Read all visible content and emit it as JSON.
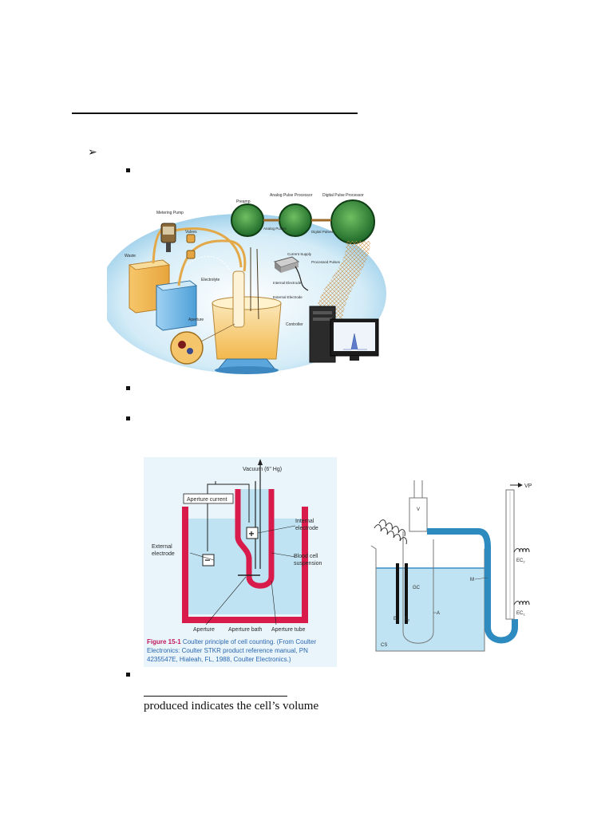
{
  "figure1": {
    "labels": {
      "metering_pump": "Metering Pump",
      "preamp": "Preamp",
      "analog_pulse_processor": "Analog Pulse Processor",
      "digital_pulse_processor": "Digital Pulse Processor",
      "valves": "Valves",
      "waste": "Waste",
      "electrolyte": "Electrolyte",
      "analog_pulses": "Analog Pulses",
      "digital_pulses": "Digital Pulses",
      "current_supply": "Current Supply",
      "processed_pulses": "Processed Pulses",
      "internal_electrode": "Internal Electrode",
      "external_electrode": "External Electrode",
      "aperture": "Aperture",
      "controller": "Controller"
    }
  },
  "figure2": {
    "labels": {
      "vacuum": "Vacuum (6\" Hg)",
      "aperture_current": "Aperture current",
      "internal_electrode": "Internal electrode",
      "external_electrode": "External electrode",
      "blood_cell_suspension": "Blood cell suspension",
      "plus": "+",
      "minus": "−",
      "aperture": "Aperture",
      "aperture_bath": "Aperture bath",
      "aperture_tube": "Aperture tube"
    },
    "caption_label": "Figure 15-1",
    "caption_text": "Coulter principle of cell counting. (From Coulter Electronics: Coulter STKR product reference manual, PN 4235547E, Hialeah, FL, 1988, Coulter Electronics.)"
  },
  "figure3": {
    "labels": {
      "vp": "VP",
      "v": "V",
      "ec2": "EC",
      "ec1": "EC",
      "m": "M",
      "gc": "GC",
      "a": "A",
      "e1": "E",
      "e2": "E",
      "cs": "CS"
    },
    "subscripts": {
      "ec2": "2",
      "ec1": "1",
      "e1": "1",
      "e2": "2"
    }
  },
  "body_text": {
    "last_line": "produced indicates the cell’s volume"
  },
  "colors": {
    "red_vessel": "#d81b4a",
    "liquid_blue": "#bfe3f3",
    "tube_blue": "#2e8bc0",
    "caption_blue": "#2a66b0"
  }
}
